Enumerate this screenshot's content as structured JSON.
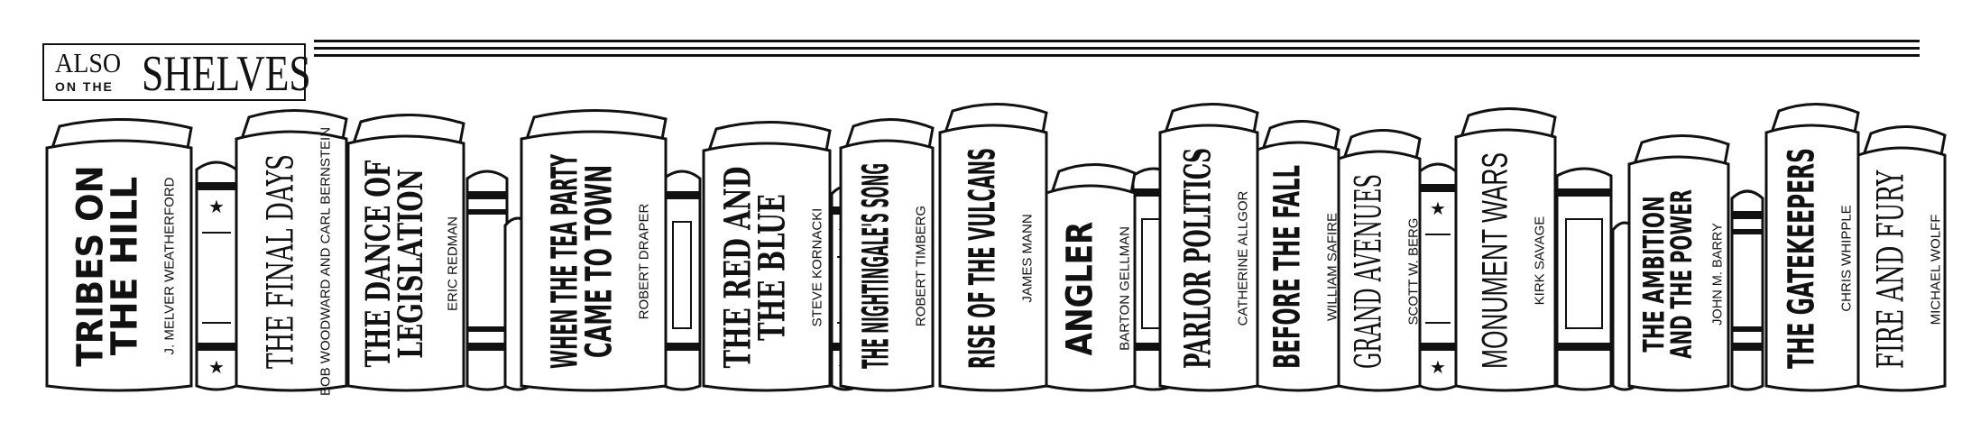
{
  "header": {
    "line1": "ALSO",
    "line2": "ON THE",
    "line3": "SHELVES"
  },
  "books": [
    {
      "title_lines": [
        "TRIBES ON",
        "THE HILL"
      ],
      "author": "J. MELVER WEATHERFORD",
      "style": "heavy"
    },
    {
      "title_lines": [
        "THE FINAL DAYS"
      ],
      "author": "BOB WOODWARD AND CARL BERNSTEIN",
      "style": "serif-light"
    },
    {
      "title_lines": [
        "THE DANCE OF",
        "LEGISLATION"
      ],
      "author": "ERIC REDMAN",
      "style": "serif"
    },
    {
      "title_lines": [
        "WHEN THE TEA PARTY",
        "CAME TO TOWN"
      ],
      "author": "ROBERT DRAPER",
      "style": "condensed"
    },
    {
      "title_lines": [
        "THE RED AND",
        "THE BLUE"
      ],
      "author": "STEVE KORNACKI",
      "style": "serif"
    },
    {
      "title_lines": [
        "THE NIGHTINGALE'S SONG"
      ],
      "author": "ROBERT TIMBERG",
      "style": "condensed"
    },
    {
      "title_lines": [
        "RISE OF THE VULCANS"
      ],
      "author": "JAMES MANN",
      "style": "condensed"
    },
    {
      "title_lines": [
        "ANGLER"
      ],
      "author": "BARTON GELLMAN",
      "style": "heavy"
    },
    {
      "title_lines": [
        "PARLOR POLITICS"
      ],
      "author": "CATHERINE ALLGOR",
      "style": "serif"
    },
    {
      "title_lines": [
        "BEFORE THE FALL"
      ],
      "author": "WILLIAM SAFIRE",
      "style": "condensed"
    },
    {
      "title_lines": [
        "GRAND AVENUES"
      ],
      "author": "SCOTT W. BERG",
      "style": "serif-light"
    },
    {
      "title_lines": [
        "MONUMENT WARS"
      ],
      "author": "KIRK SAVAGE",
      "style": "light"
    },
    {
      "title_lines": [
        "THE AMBITION",
        "AND THE POWER"
      ],
      "author": "JOHN M. BARRY",
      "style": "condensed"
    },
    {
      "title_lines": [
        "THE GATEKEEPERS"
      ],
      "author": "CHRIS WHIPPLE",
      "style": "condensed"
    },
    {
      "title_lines": [
        "FIRE AND FURY"
      ],
      "author": "MICHAEL WOLFF",
      "style": "serif-light"
    }
  ]
}
